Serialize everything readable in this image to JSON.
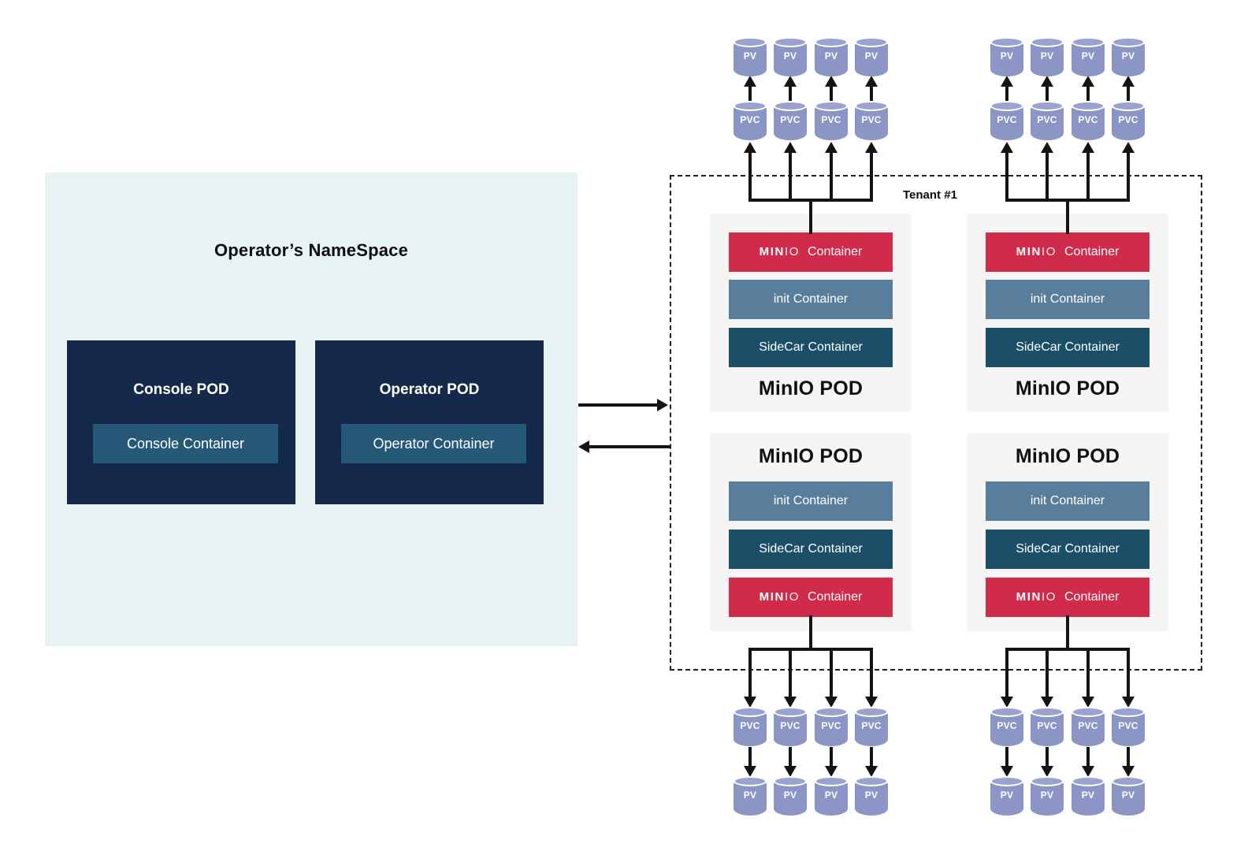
{
  "operator_namespace": {
    "title": "Operator’s NameSpace",
    "console_pod": {
      "title": "Console POD",
      "container": "Console Container"
    },
    "operator_pod": {
      "title": "Operator POD",
      "container": "Operator Container"
    }
  },
  "tenant": {
    "label": "Tenant #1",
    "pod_title": "MinIO POD",
    "containers": {
      "minio_bold": "MIN",
      "minio_light": "IO",
      "minio_rest": "Container",
      "init": "init Container",
      "sidecar": "SideCar Container"
    }
  },
  "storage": {
    "pv": "PV",
    "pvc": "PVC"
  },
  "colors": {
    "namespace_bg": "#e7f3f2",
    "pod_navy": "#152a4a",
    "inner_blue": "#265878",
    "minio_red": "#d02b4b",
    "init_slate": "#587e9b",
    "sidecar_teal": "#1b4f68",
    "tenant_pod_bg": "#f5f5f6",
    "cylinder_body": "#8c96c6",
    "cylinder_top": "#9aa3d0",
    "arrow": "#141414"
  }
}
